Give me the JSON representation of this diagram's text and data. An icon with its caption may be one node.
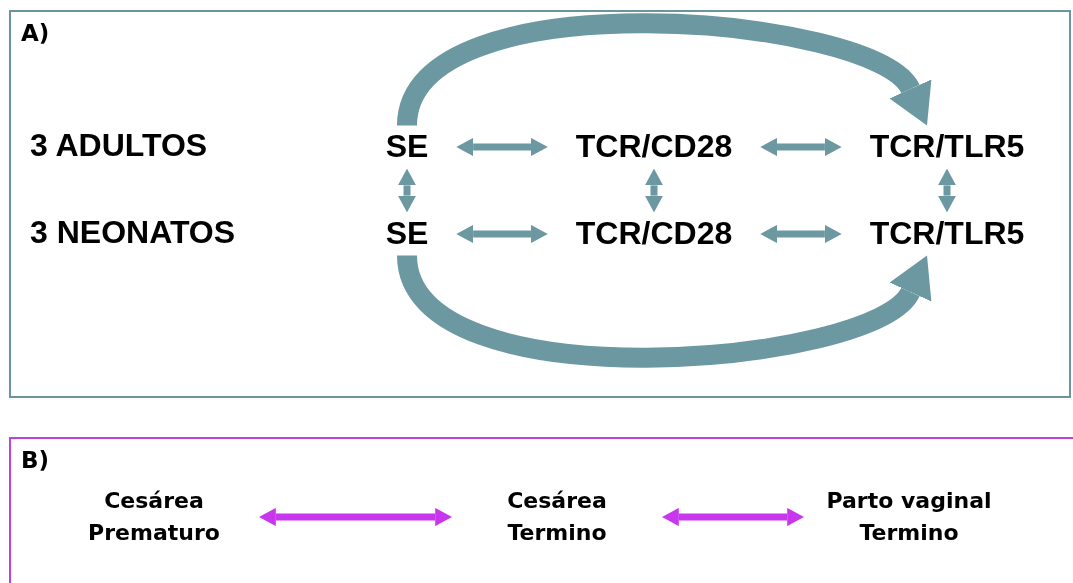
{
  "diagram": {
    "nodes": [
      {
        "text": [
          "A)"
        ]
      },
      {
        "text": [
          "SE"
        ],
        "in": 0
      },
      {
        "text": [
          "TCR/CD28"
        ],
        "in": 0
      },
      {
        "text": [
          "TCR/TLR5"
        ],
        "in": 0
      },
      {
        "text": [
          "SE"
        ],
        "in": 0
      },
      {
        "text": [
          "TCR/CD28"
        ],
        "in": 0
      },
      {
        "text": [
          "TCR/TLR5"
        ],
        "in": 0
      },
      {
        "text": [
          "B)"
        ]
      },
      {
        "text": [
          "Cesárea Prematuro"
        ],
        "in": 7
      },
      {
        "text": [
          "Cesárea Termino"
        ],
        "in": 7
      },
      {
        "text": [
          "Parto vaginal Termino"
        ],
        "in": 7
      }
    ],
    "edges": [
      {
        "from": 1,
        "to": 2,
        "arrow": "both"
      },
      {
        "from": 2,
        "to": 3,
        "arrow": "both"
      },
      {
        "from": 1,
        "to": 4,
        "arrow": "both"
      },
      {
        "from": 2,
        "to": 5,
        "arrow": "both"
      },
      {
        "from": 3,
        "to": 6,
        "arrow": "both"
      },
      {
        "from": 4,
        "to": 5,
        "arrow": "both"
      },
      {
        "from": 5,
        "to": 6,
        "arrow": "both"
      },
      {
        "from": 1,
        "to": 3,
        "arrow": "to",
        "style": "thick"
      },
      {
        "from": 4,
        "to": 6,
        "arrow": "to",
        "style": "thick"
      },
      {
        "from": 8,
        "to": 9,
        "arrow": "both",
        "color": "#c837ee"
      },
      {
        "from": 9,
        "to": 10,
        "arrow": "both",
        "color": "#c837ee"
      }
    ],
    "labels": [
      "3 ADULTOS",
      "3 NEONATOS"
    ]
  }
}
